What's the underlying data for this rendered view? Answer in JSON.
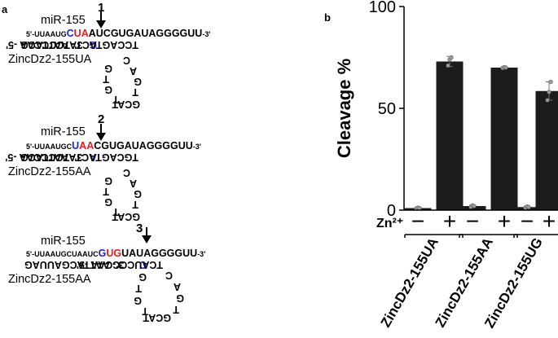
{
  "panels": {
    "a": "a",
    "b": "b"
  },
  "schemes": [
    {
      "number": "1",
      "mirna_label": "miR-155",
      "top_prefix": "5'-UUAAUG",
      "top_pre": "C",
      "top_red": "UA",
      "top_rest": "AUCGUGAUAGGGGUU",
      "top_end": "-3'",
      "left_arm": "3'- AATTACG",
      "left_blue": "G",
      "right_arm": "TCCAGTACTATCCCCAA -5'",
      "name": "ZincDz2-155UA",
      "loop_left": [
        "G",
        "T",
        "G",
        "T"
      ],
      "loop_right": [
        "C",
        "A",
        "G",
        "T"
      ],
      "loop_bottom": "GCAT"
    },
    {
      "number": "2",
      "mirna_label": "miR-155",
      "top_prefix": "5'-UUAAUGC",
      "top_pre": "U",
      "top_red": "AA",
      "top_rest": "CGUGAUAGGGGUU",
      "top_end": "-3'",
      "left_arm": "3'- AATTACG",
      "left_blue": "A",
      "right_arm": "TGCAGTACTATCCCCAA -5'",
      "name": "ZincDz2-155AA",
      "loop_left": [
        "G",
        "T",
        "G",
        "T"
      ],
      "loop_right": [
        "C",
        "A",
        "G",
        "T"
      ],
      "loop_bottom": "GCAT"
    },
    {
      "number": "3",
      "mirna_label": "miR-155",
      "top_prefix": "5'-UUAAUGCUAAUC",
      "top_pre": "G",
      "top_red": "UG",
      "top_rest": "UAUAGGGGUU",
      "top_end": "-3'",
      "left_arm": "3'- AATTACGAUUAG",
      "left_blue": "C",
      "right_arm": "TCAUCCCCAA -5'",
      "name": "ZincDz2-155AA",
      "loop_left": [
        "G",
        "T",
        "G",
        "T"
      ],
      "loop_right": [
        "C",
        "A",
        "G",
        "T"
      ],
      "loop_bottom": "GCAT"
    }
  ],
  "chart_data": {
    "type": "bar",
    "ylabel": "Cleavage %",
    "ylim": [
      0,
      100
    ],
    "yticks": [
      0,
      50,
      100
    ],
    "condition_label": "Zn²⁺",
    "groups": [
      "ZincDz2-155UA",
      "ZincDz2-155AA",
      "ZincDz2-155UG"
    ],
    "conditions": [
      "−",
      "+"
    ],
    "values": [
      [
        1,
        73
      ],
      [
        2,
        70
      ],
      [
        1.5,
        58.5
      ]
    ],
    "errors": [
      [
        0.4,
        2.5
      ],
      [
        0.5,
        0.4
      ],
      [
        0.5,
        4.5
      ]
    ],
    "points": [
      [
        [
          0.8,
          1.2,
          1.0
        ],
        [
          71,
          74,
          75
        ]
      ],
      [
        [
          1.6,
          2.3,
          2.0
        ],
        [
          69.8,
          70.2,
          70.0
        ]
      ],
      [
        [
          1.2,
          1.8,
          1.5
        ],
        [
          54,
          58,
          63
        ]
      ]
    ],
    "bar_color": "#1c1c1c",
    "point_color": "#999999",
    "grid": false,
    "legend": "none"
  }
}
